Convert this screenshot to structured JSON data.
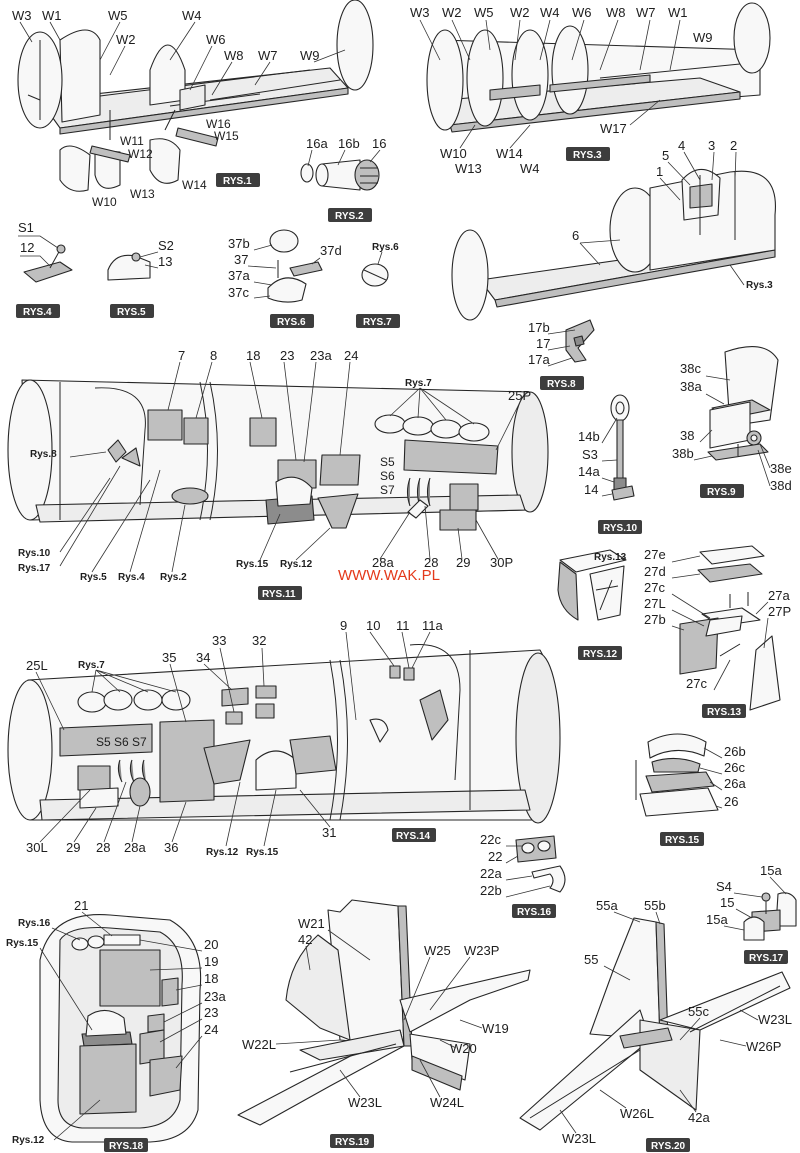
{
  "website": "WWW.WAK.PL",
  "figures": {
    "rys1": {
      "badge": "RYS.1",
      "labels": [
        "W3",
        "W1",
        "W5",
        "W4",
        "W2",
        "W6",
        "W8",
        "W7",
        "W9",
        "W11",
        "W12",
        "W16",
        "W15",
        "W10",
        "W13",
        "W14"
      ]
    },
    "rys2": {
      "badge": "RYS.2",
      "labels": [
        "16a",
        "16b",
        "16"
      ]
    },
    "rys3": {
      "badge": "RYS.3",
      "labels": [
        "W3",
        "W2",
        "W5",
        "W2",
        "W4",
        "W6",
        "W8",
        "W7",
        "W1",
        "W9",
        "W17",
        "W10",
        "W14",
        "W13",
        "W4"
      ]
    },
    "rys3b": {
      "labels": [
        "1",
        "5",
        "4",
        "3",
        "2",
        "6"
      ],
      "ref": "Rys.3"
    },
    "rys4": {
      "badge": "RYS.4",
      "labels": [
        "S1",
        "12"
      ]
    },
    "rys5": {
      "badge": "RYS.5",
      "labels": [
        "S2",
        "13"
      ]
    },
    "rys6": {
      "badge": "RYS.6",
      "labels": [
        "37b",
        "37",
        "37a",
        "37c",
        "37d"
      ]
    },
    "rys7": {
      "badge": "RYS.7",
      "ref": "Rys.6"
    },
    "rys8": {
      "badge": "RYS.8",
      "labels": [
        "17b",
        "17",
        "17a"
      ]
    },
    "rys9": {
      "badge": "RYS.9",
      "labels": [
        "38c",
        "38a",
        "38",
        "38b",
        "38e",
        "38d"
      ]
    },
    "rys10": {
      "badge": "RYS.10",
      "labels": [
        "14b",
        "S3",
        "14a",
        "14"
      ]
    },
    "rys11": {
      "badge": "RYS.11",
      "labels": [
        "7",
        "8",
        "18",
        "23",
        "23a",
        "24",
        "25P",
        "S5",
        "S6",
        "S7",
        "28a",
        "28",
        "29",
        "30P"
      ],
      "refs": [
        "Rys.7",
        "Rys.8",
        "Rys.10",
        "Rys.17",
        "Rys.5",
        "Rys.4",
        "Rys.2",
        "Rys.15",
        "Rys.12"
      ]
    },
    "rys12": {
      "badge": "RYS.12",
      "ref": "Rys.13"
    },
    "rys13": {
      "badge": "RYS.13",
      "labels": [
        "27e",
        "27d",
        "27c",
        "27L",
        "27b",
        "27a",
        "27P",
        "27c"
      ]
    },
    "rys14": {
      "badge": "RYS.14",
      "labels": [
        "25L",
        "35",
        "34",
        "33",
        "32",
        "9",
        "10",
        "11",
        "11a",
        "S5 S6 S7",
        "30L",
        "29",
        "28",
        "28a",
        "36",
        "31"
      ],
      "refs": [
        "Rys.7",
        "Rys.12",
        "Rys.15"
      ]
    },
    "rys15": {
      "badge": "RYS.15",
      "labels": [
        "26b",
        "26c",
        "26a",
        "26"
      ]
    },
    "rys16": {
      "badge": "RYS.16",
      "labels": [
        "22c",
        "22",
        "22a",
        "22b"
      ]
    },
    "rys17": {
      "badge": "RYS.17",
      "labels": [
        "15a",
        "S4",
        "15",
        "15a"
      ]
    },
    "rys18": {
      "badge": "RYS.18",
      "labels": [
        "21",
        "20",
        "19",
        "18",
        "23a",
        "23",
        "24"
      ],
      "refs": [
        "Rys.16",
        "Rys.15",
        "Rys.12"
      ]
    },
    "rys19": {
      "badge": "RYS.19",
      "labels": [
        "W21",
        "42",
        "W25",
        "W23P",
        "W19",
        "W22L",
        "W20",
        "W23L",
        "W24L"
      ]
    },
    "rys20": {
      "badge": "RYS.20",
      "labels": [
        "55a",
        "55b",
        "55",
        "55c",
        "W23L",
        "W26P",
        "W26L",
        "W23L",
        "42a"
      ]
    }
  }
}
